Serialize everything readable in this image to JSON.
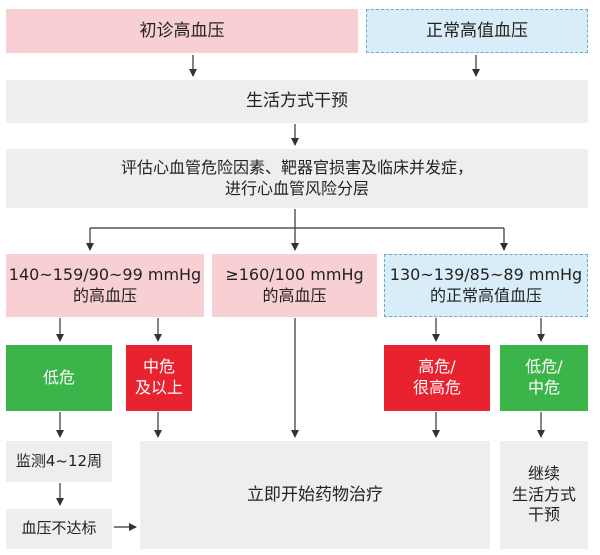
{
  "nodes": {
    "initial_hypertension": "初诊高血压",
    "normal_high_bp": "正常高值血压",
    "lifestyle_intervention": "生活方式干预",
    "risk_assessment": [
      "评估心血管危险因素、靶器官损害及临床并发症，",
      "进行心血管风险分层"
    ],
    "bp_140_159": [
      "140~159/90~99 mmHg",
      "的高血压"
    ],
    "bp_160_100": [
      "≥160/100 mmHg",
      "的高血压"
    ],
    "bp_130_139": [
      "130~139/85~89 mmHg",
      "的正常高值血压"
    ],
    "low_risk": "低危",
    "mid_risk_above": [
      "中危",
      "及以上"
    ],
    "high_very_high_risk": [
      "高危/",
      "很高危"
    ],
    "low_mid_risk": [
      "低危/",
      "中危"
    ],
    "monitor": "监测4~12周",
    "bp_not_target": "血压不达标",
    "start_medication": "立即开始药物治疗",
    "continue_lifestyle": [
      "继续",
      "生活方式",
      "干预"
    ]
  },
  "colors": {
    "gray": "#eeeeee",
    "pink": "#f8cfd3",
    "blue": "#d9edf8",
    "blue_border": "#6aa9d4",
    "green": "#3bb54a",
    "red": "#e8222e",
    "arrow": "#333333"
  }
}
